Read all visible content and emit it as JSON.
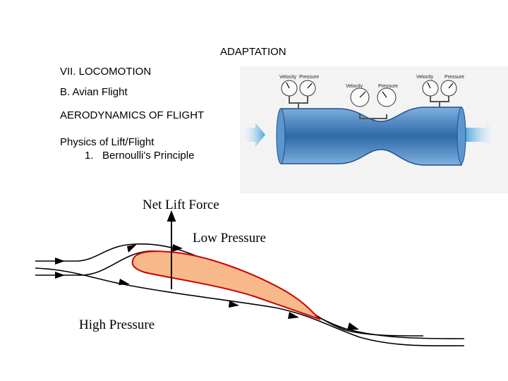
{
  "slide": {
    "title": "ADAPTATION",
    "section": "VII. LOCOMOTION",
    "subsection": "B. Avian Flight",
    "topic": "AERODYNAMICS OF FLIGHT",
    "subtopic": "Physics of Lift/Flight",
    "list_item": "1.   Bernoulli's Principle"
  },
  "venturi_diagram": {
    "gauges": [
      {
        "velocity_label": "Velocity",
        "pressure_label": "Pressure"
      },
      {
        "velocity_label": "Velocity",
        "pressure_label": "Pressure"
      },
      {
        "velocity_label": "Velocity",
        "pressure_label": "Pressure"
      }
    ],
    "colors": {
      "tube": "#3d78b8",
      "arrow": "#4aa3de"
    }
  },
  "airfoil_diagram": {
    "lift_label": "Net Lift Force",
    "low_pressure_label": "Low Pressure",
    "high_pressure_label": "High Pressure",
    "colors": {
      "airfoil_fill": "#f7b98a",
      "airfoil_stroke": "#cc0000"
    }
  }
}
